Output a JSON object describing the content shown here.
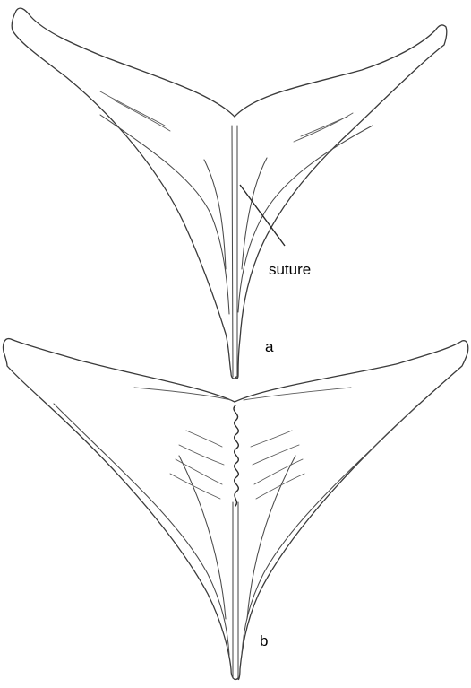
{
  "labels": {
    "callout": "suture",
    "panel_a": "a",
    "panel_b": "b"
  },
  "colors": {
    "line": "#3a3a3a",
    "background": "#ffffff"
  }
}
